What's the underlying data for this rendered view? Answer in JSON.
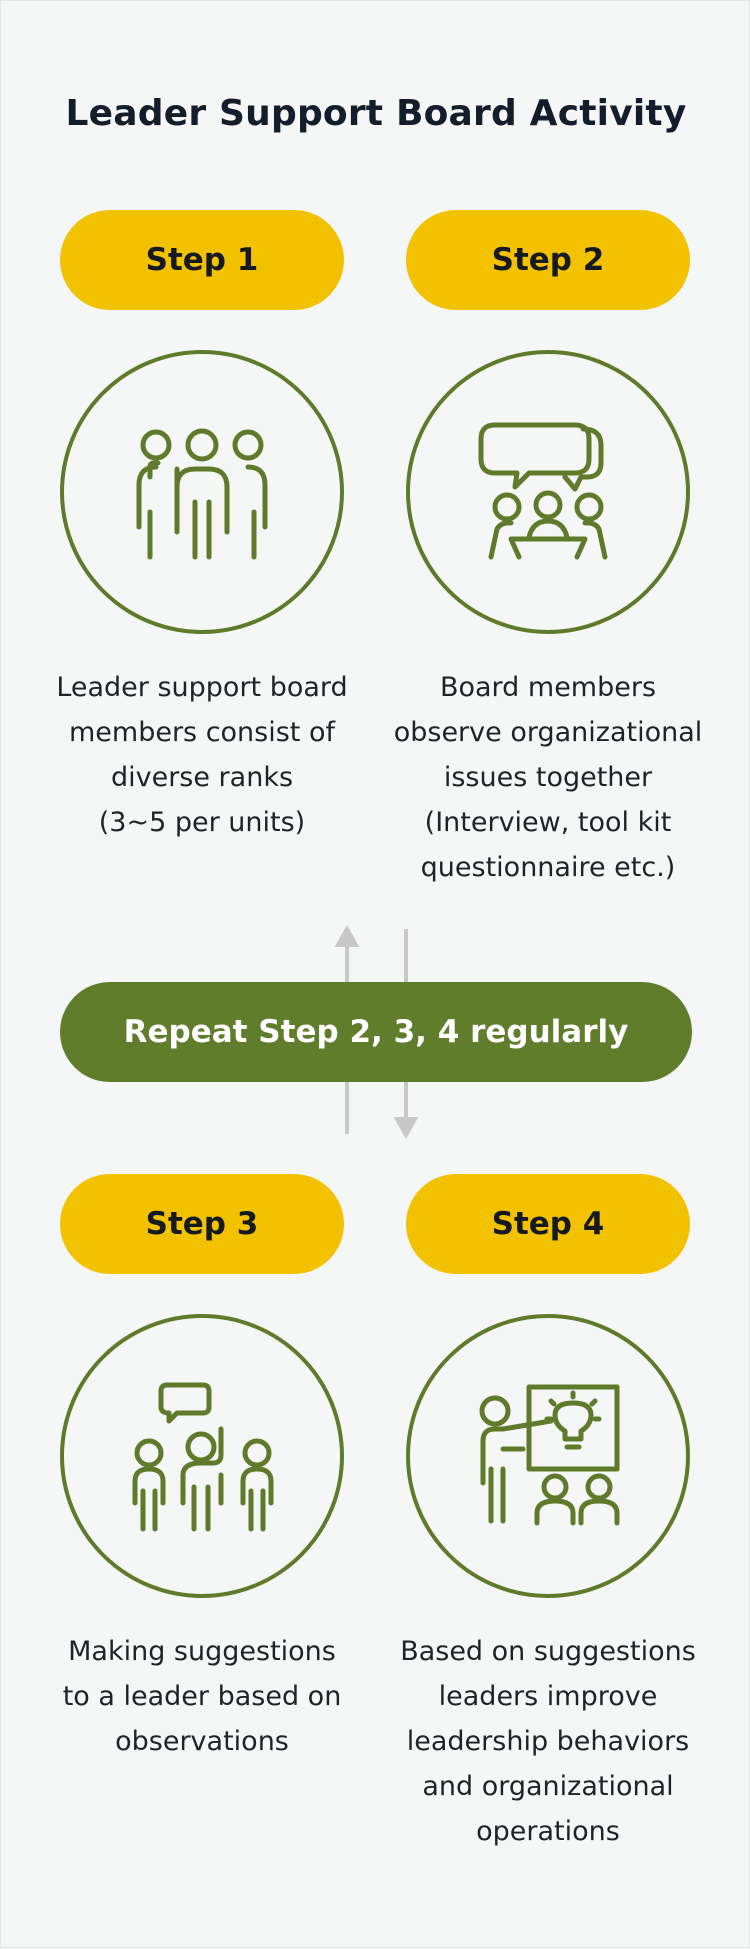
{
  "title": "Leader Support Board Activity",
  "steps": [
    {
      "label": "Step 1",
      "icon": "group-of-people-icon",
      "lines": [
        "Leader support board",
        "members consist of",
        "diverse ranks",
        "(3~5 per units)"
      ]
    },
    {
      "label": "Step 2",
      "icon": "meeting-discussion-icon",
      "lines": [
        "Board members",
        "observe organizational",
        "issues together",
        "(Interview, tool kit",
        "questionnaire etc.)"
      ]
    },
    {
      "label": "Step 3",
      "icon": "raising-hand-suggestion-icon",
      "lines": [
        "Making suggestions",
        "to a leader based on",
        "observations"
      ]
    },
    {
      "label": "Step 4",
      "icon": "presentation-lightbulb-icon",
      "lines": [
        "Based on suggestions",
        "leaders improve",
        "leadership behaviors",
        "and organizational",
        "operations"
      ]
    }
  ],
  "repeat_label": "Repeat Step 2, 3, 4 regularly",
  "colors": {
    "pill": "#f2c200",
    "accent_green": "#607d2c",
    "icon_stroke": "#5e7a2a",
    "arrow": "#c8c8c8"
  }
}
